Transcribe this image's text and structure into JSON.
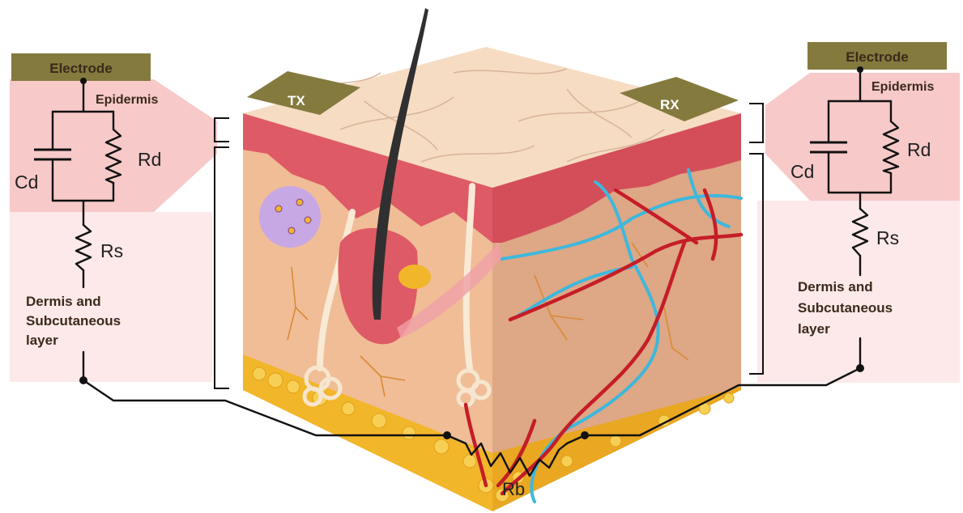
{
  "left_circuit": {
    "electrode": "Electrode",
    "epidermis": "Epidermis",
    "cd": "Cd",
    "rd": "Rd",
    "rs": "Rs",
    "dermis_lines": [
      "Dermis and",
      "Subcutaneous",
      "layer"
    ]
  },
  "right_circuit": {
    "electrode": "Electrode",
    "epidermis": "Epidermis",
    "cd": "Cd",
    "rd": "Rd",
    "rs": "Rs",
    "dermis_lines": [
      "Dermis and",
      "Subcutaneous",
      "layer"
    ]
  },
  "tx_label": "TX",
  "rx_label": "RX",
  "rb_label": "Rb",
  "colors": {
    "electrode_pad": "#847a3e",
    "epidermis_band": "#f7c9c9",
    "dermis_band": "#fde9e9",
    "skin_top": "#f6dcc2",
    "skin_red": "#de5a66",
    "dermis": "#f0bd96",
    "fat": "#f2b62a",
    "artery": "#c51d28",
    "vein": "#3db8dd",
    "hair": "#303030"
  }
}
